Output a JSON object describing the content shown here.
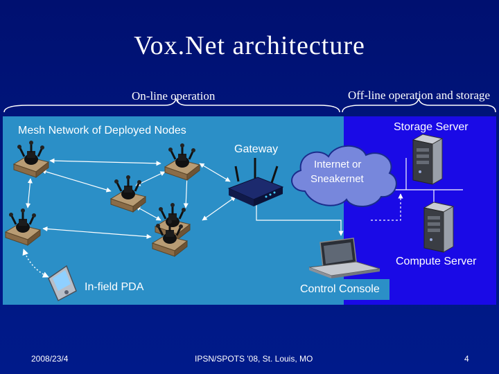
{
  "title": "Vox.Net architecture",
  "sections": {
    "online": "On-line operation",
    "offline": "Off-line operation and storage"
  },
  "labels": {
    "mesh": "Mesh Network of Deployed Nodes",
    "gateway": "Gateway",
    "internet_line1": "Internet or",
    "internet_line2": "Sneakernet",
    "storage_server": "Storage Server",
    "compute_server": "Compute Server",
    "pda": "In-field PDA",
    "control_console": "Control Console"
  },
  "footer": {
    "date": "2008/23/4",
    "venue": "IPSN/SPOTS '08, St. Louis, MO",
    "page": "4"
  },
  "colors": {
    "background": "#00167e",
    "online_panel": "#2b8fc7",
    "offline_panel": "#1a0ae6",
    "cloud": "#6f7fd6"
  },
  "icons": [
    "sensor-node-icon",
    "wireless-router-icon",
    "cloud-icon",
    "server-icon",
    "laptop-icon",
    "pda-icon"
  ]
}
